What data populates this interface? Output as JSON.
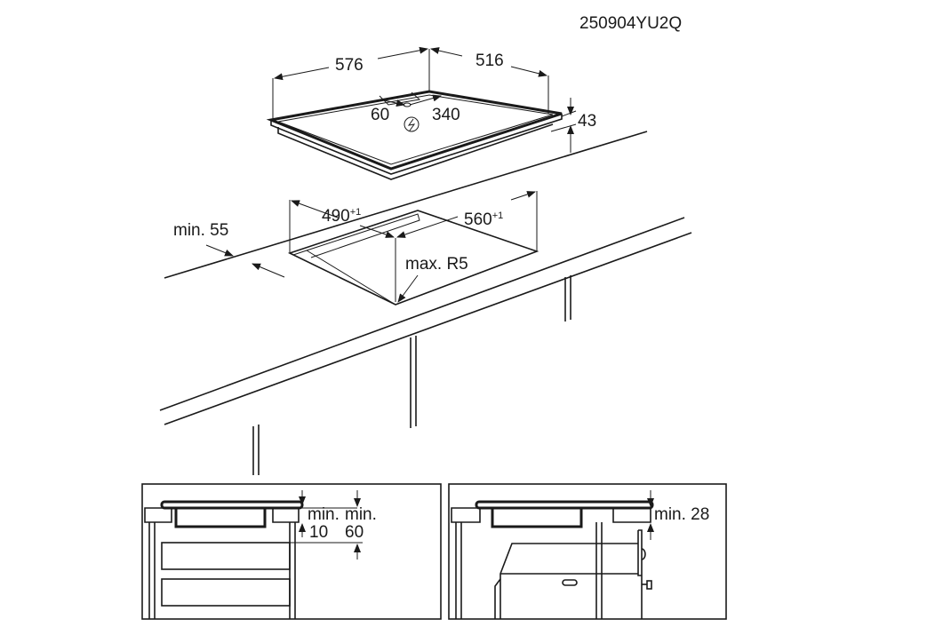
{
  "code": "250904YU2Q",
  "hob": {
    "width": "576",
    "depth": "516",
    "height": "43",
    "conn_left": "60",
    "conn_right": "340"
  },
  "cutout": {
    "width": "490",
    "width_tol": "+1",
    "depth": "560",
    "depth_tol": "+1",
    "edge": "min. 55",
    "radius": "max. R5"
  },
  "section_left": {
    "label1": "min.",
    "value1": "10",
    "label2": "min.",
    "value2": "60"
  },
  "section_right": {
    "label": "min. 28"
  },
  "colors": {
    "line": "#1a1a1a",
    "background": "#ffffff"
  }
}
